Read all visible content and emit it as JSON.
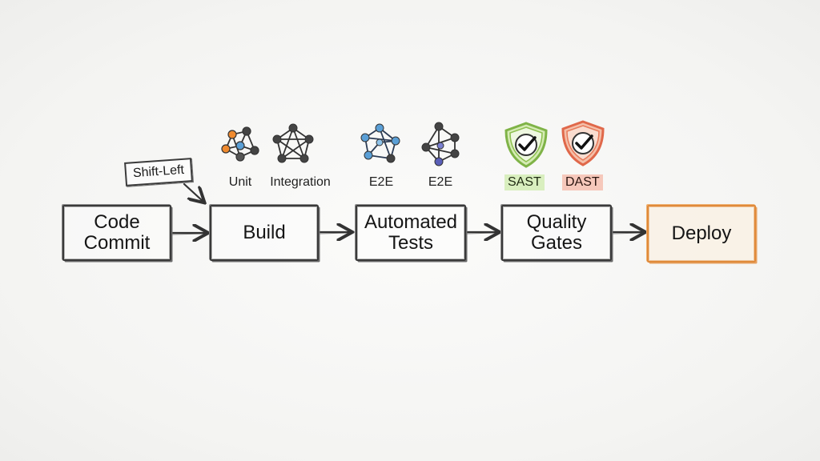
{
  "diagram": {
    "annotation": "Shift-Left",
    "stages": [
      {
        "line1": "Code",
        "line2": "Commit"
      },
      {
        "line1": "Build",
        "line2": ""
      },
      {
        "line1": "Automated",
        "line2": "Tests"
      },
      {
        "line1": "Quality",
        "line2": "Gates"
      },
      {
        "line1": "Deploy",
        "line2": ""
      }
    ],
    "test_labels": [
      "Unit",
      "Integration",
      "E2E",
      "E2E"
    ],
    "gate_labels": [
      "SAST",
      "DAST"
    ],
    "colors": {
      "ink": "#3a3a3a",
      "deploy": "#e08a3a",
      "sast": "#8cbf4e",
      "dast": "#e0684a",
      "blue": "#5a9fd6",
      "orange": "#ef8a2e"
    },
    "icons": {
      "unit": "network-graph-icon",
      "integration": "network-graph-icon",
      "e2e_1": "network-graph-icon",
      "e2e_2": "network-graph-icon",
      "sast": "shield-check-icon",
      "dast": "shield-check-icon"
    }
  }
}
